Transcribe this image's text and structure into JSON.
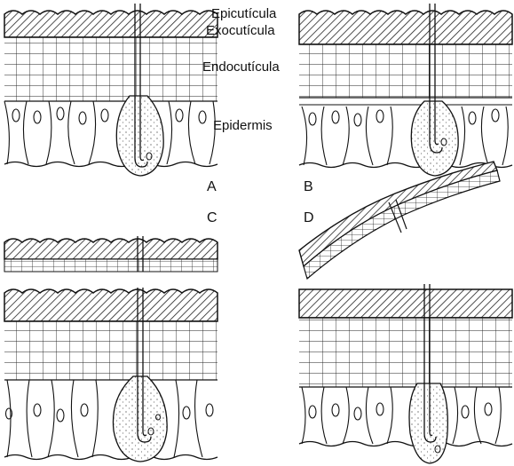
{
  "labels": {
    "epicuticula": "Epicutícula",
    "exocuticula": "Exocutícula",
    "endocuticula": "Endocutícula",
    "epidermis": "Epidermis"
  },
  "panels": [
    {
      "id": "A",
      "letter": "A"
    },
    {
      "id": "B",
      "letter": "B"
    },
    {
      "id": "C",
      "letter": "C"
    },
    {
      "id": "D",
      "letter": "D"
    }
  ],
  "colors": {
    "ink": "#111111",
    "paper": "#ffffff",
    "hatch": "#222222"
  }
}
